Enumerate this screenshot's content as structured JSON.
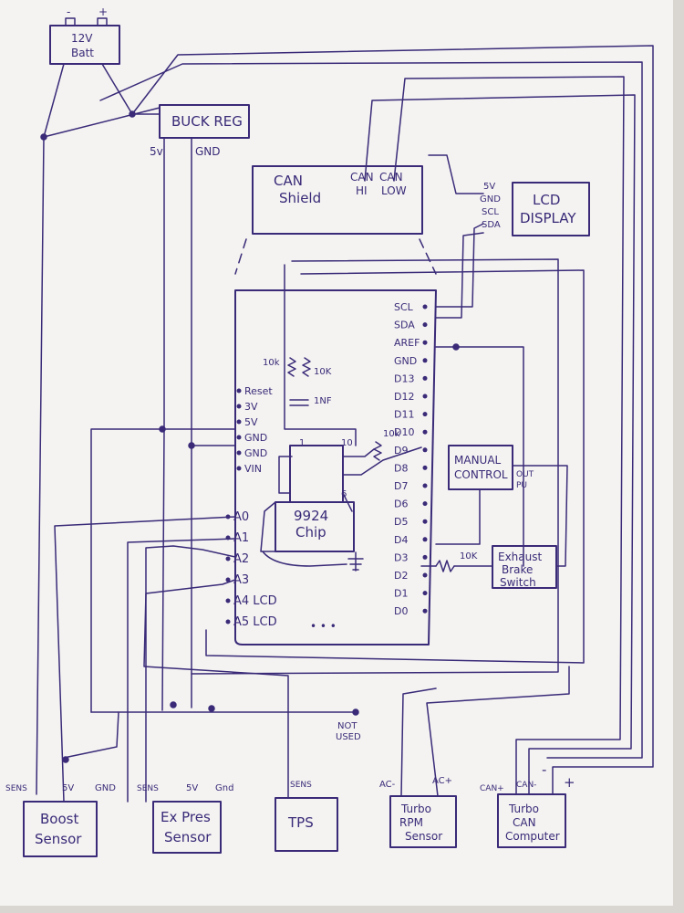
{
  "components": {
    "battery": {
      "label1": "12V",
      "label2": "Batt",
      "minus": "-",
      "plus": "+"
    },
    "buck_reg": {
      "label": "BUCK REG",
      "out_5v": "5v",
      "out_gnd": "GND"
    },
    "can_shield": {
      "label1": "CAN",
      "label2": "Shield",
      "can_hi1": "CAN",
      "can_hi2": "HI",
      "can_low1": "CAN",
      "can_low2": "LOW"
    },
    "lcd": {
      "label1": "LCD",
      "label2": "DISPLAY",
      "pins": [
        "5V",
        "GND",
        "SCL",
        "SDA"
      ]
    },
    "chip": {
      "label1": "9924",
      "label2": "Chip",
      "pin1": "1",
      "pin10": "10",
      "pin6": "6"
    },
    "resistors": {
      "r1": "10k",
      "r2": "10K",
      "cap": "1NF",
      "r3": "10k",
      "r4": "10K"
    },
    "manual_control": {
      "label1": "MANUAL",
      "label2": "CONTROL",
      "side1": "OUT",
      "side2": "PU"
    },
    "exhaust_brake": {
      "label1": "Exhaust",
      "label2": "Brake",
      "label3": "Switch"
    },
    "not_used": {
      "label1": "NOT",
      "label2": "USED"
    }
  },
  "arduino": {
    "left_pins": [
      "Reset",
      "3V",
      "5V",
      "GND",
      "GND",
      "VIN"
    ],
    "analog_pins": [
      "A0",
      "A1",
      "A2",
      "A3",
      "A4 LCD",
      "A5 LCD"
    ],
    "right_pins": [
      "SCL",
      "SDA",
      "AREF",
      "GND",
      "D13",
      "D12",
      "D11",
      "D10",
      "D9",
      "D8",
      "D7",
      "D6",
      "D5",
      "D4",
      "D3",
      "D2",
      "D1",
      "D0"
    ]
  },
  "sensors": {
    "boost": {
      "label1": "Boost",
      "label2": "Sensor",
      "pins": [
        "SENS",
        "5V",
        "GND"
      ]
    },
    "ex_pres": {
      "label1": "Ex Pres",
      "label2": "Sensor",
      "pins": [
        "SENS",
        "5V",
        "Gnd"
      ]
    },
    "tps": {
      "label": "TPS",
      "pin": "SENS"
    },
    "turbo_rpm": {
      "label1": "Turbo",
      "label2": "RPM",
      "label3": "Sensor",
      "pins": [
        "AC-",
        "AC+"
      ]
    },
    "turbo_can": {
      "label1": "Turbo",
      "label2": "CAN",
      "label3": "Computer",
      "pins": [
        "CAN+",
        "CAN-",
        "-",
        "+"
      ]
    }
  }
}
